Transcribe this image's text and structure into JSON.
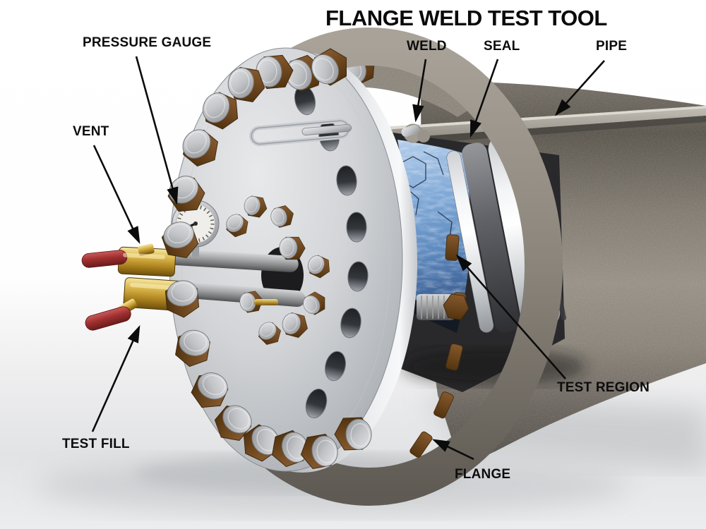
{
  "title": "FLANGE WELD TEST TOOL",
  "callouts": [
    {
      "id": "pressure-gauge",
      "label": "PRESSURE GAUGE"
    },
    {
      "id": "vent",
      "label": "VENT"
    },
    {
      "id": "test-fill",
      "label": "TEST FILL"
    },
    {
      "id": "weld",
      "label": "WELD"
    },
    {
      "id": "seal",
      "label": "SEAL"
    },
    {
      "id": "pipe",
      "label": "PIPE"
    },
    {
      "id": "test-region",
      "label": "TEST REGION"
    },
    {
      "id": "flange",
      "label": "FLANGE"
    }
  ],
  "colors": {
    "label_ink": "#0d0d0d",
    "background": "#ffffff",
    "flange_steel": "#c9ccd0",
    "bolt_bronze": "#8a5c30",
    "valve_brass": "#d8b44a",
    "handle_red": "#a03030",
    "test_water_blue": "#6f9ecf",
    "pipe_taupe": "#847e74",
    "seal_silver": "#e9ebee"
  }
}
